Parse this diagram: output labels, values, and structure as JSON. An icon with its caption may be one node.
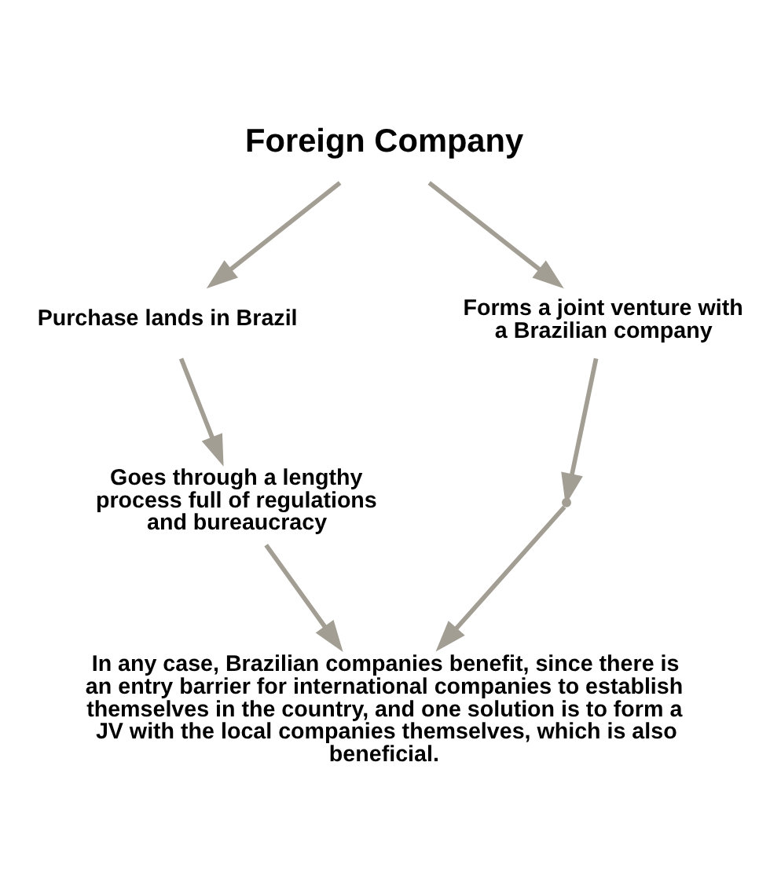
{
  "diagram": {
    "nodes": [
      {
        "text": [
          "Foreign Company"
        ]
      },
      {
        "text": [
          "Purchase lands in Brazil"
        ]
      },
      {
        "text": [
          "Forms a joint venture with a Brazilian company"
        ]
      },
      {
        "text": [
          "Goes through a lengthy process full of regulations and bureaucracy"
        ]
      },
      {
        "text": [],
        "shape": "point"
      },
      {
        "text": [
          "In any case, Brazilian companies benefit, since there is an entry barrier for international companies to establish themselves in the country, and one solution is to form a JV with the local companies themselves, which is also beneficial."
        ]
      }
    ],
    "edges": [
      {
        "from": 0,
        "to": 1,
        "arrow": "to"
      },
      {
        "from": 0,
        "to": 2,
        "arrow": "to"
      },
      {
        "from": 1,
        "to": 3,
        "arrow": "to"
      },
      {
        "from": 2,
        "to": 4,
        "arrow": "to"
      },
      {
        "from": 3,
        "to": 5,
        "arrow": "to"
      },
      {
        "from": 4,
        "to": 5,
        "arrow": "to"
      }
    ]
  }
}
